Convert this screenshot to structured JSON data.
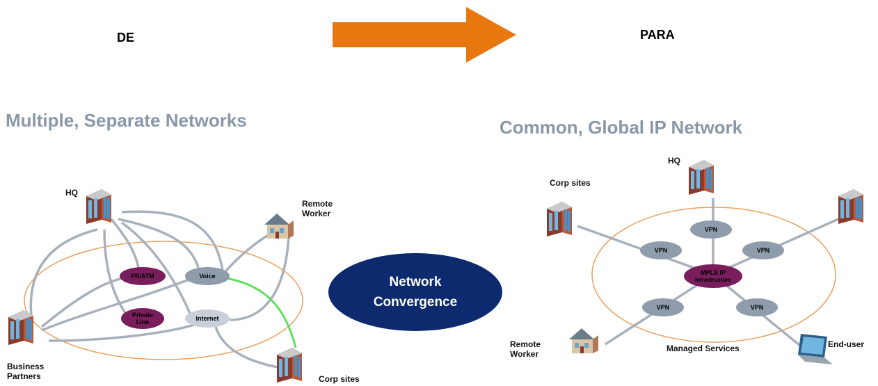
{
  "header": {
    "from_label": "DE",
    "to_label": "PARA"
  },
  "left": {
    "title": "Multiple, Separate Networks",
    "labels": {
      "hq": "HQ",
      "remote_worker_1": "Remote",
      "remote_worker_2": "Worker",
      "business_partners_1": "Business",
      "business_partners_2": "Partners",
      "corp_sites": "Corp sites"
    },
    "nodes": {
      "fr_atm": "FR/ATM",
      "private_line_1": "Private",
      "private_line_2": "Line",
      "voice": "Voice",
      "internet": "Internet"
    }
  },
  "center": {
    "label_1": "Network",
    "label_2": "Convergence"
  },
  "right": {
    "title": "Common, Global IP Network",
    "labels": {
      "hq": "HQ",
      "corp_sites": "Corp sites",
      "remote_worker_1": "Remote",
      "remote_worker_2": "Worker",
      "managed_services": "Managed Services",
      "end_user": "End-user"
    },
    "nodes": {
      "vpn": "VPN",
      "mpls_1": "MPLS IP",
      "mpls_2": "Infrastructure"
    }
  },
  "colors": {
    "arrow": "#e8770f",
    "title_gray": "#8a97a8",
    "ring": "#e8a060",
    "link": "#a8b0bc",
    "node_gray": "#8f9cac",
    "node_purple": "#7a1d5c",
    "convergence": "#0d2a6e",
    "voice_link": "#5ee05e"
  }
}
